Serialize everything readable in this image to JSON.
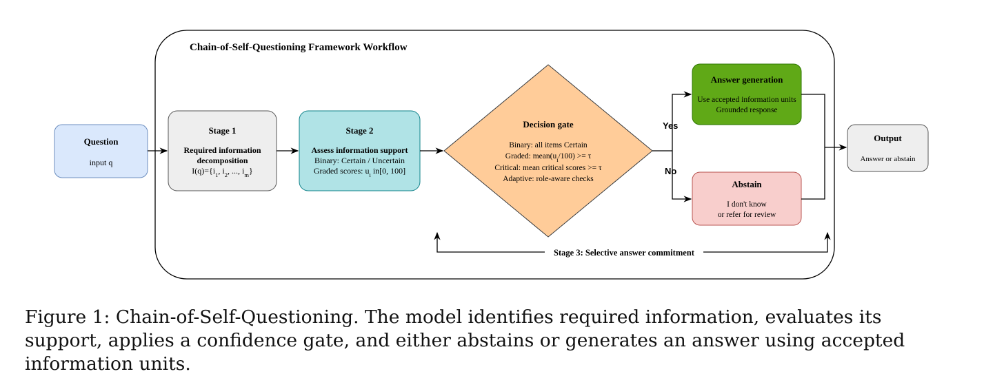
{
  "framework": {
    "title": "Chain-of-Self-Questioning Framework Workflow",
    "stage3_label": "Stage 3: Selective answer commitment"
  },
  "question": {
    "title": "Question",
    "body": "input q",
    "fill": "#dae8fc",
    "stroke": "#6c8ebf"
  },
  "stage1": {
    "title": "Stage 1",
    "subtitle_1": "Required information",
    "subtitle_2": "decomposition",
    "formula": "I(q)={i1, i2, ..., im}",
    "fill": "#eeeeee",
    "stroke": "#555555"
  },
  "stage2": {
    "title": "Stage 2",
    "subtitle": "Assess information support",
    "line_1": "Binary: Certain / Uncertain",
    "line_2": "Graded scores: ui in[0, 100]",
    "fill": "#b0e3e6",
    "stroke": "#0e8088"
  },
  "gate": {
    "title": "Decision gate",
    "line_1": "Binary: all items Certain",
    "line_2": "Graded: mean(ui/100) >= τ",
    "line_3": "Critical: mean critical scores >=  τ",
    "line_4": "Adaptive: role-aware checks",
    "fill": "#ffcc99",
    "stroke": "#36393d"
  },
  "branches": {
    "yes": "Yes",
    "no": "No"
  },
  "answer": {
    "title": "Answer generation",
    "line_1": "Use accepted information units",
    "line_2": "Grounded response",
    "fill": "#60a917",
    "stroke": "#2d7600"
  },
  "abstain": {
    "title": "Abstain",
    "line_1": "I don't know",
    "line_2": "or refer for review",
    "fill": "#f8cecc",
    "stroke": "#b85450"
  },
  "output": {
    "title": "Output",
    "body": "Answer or abstain",
    "fill": "#eeeeee",
    "stroke": "#555555"
  },
  "caption": {
    "line_1": "Figure 1: Chain-of-Self-Questioning. The model identifies required information, evaluates its",
    "line_2": "support, applies a confidence gate, and either abstains or generates an answer using accepted",
    "line_3": "information units."
  }
}
